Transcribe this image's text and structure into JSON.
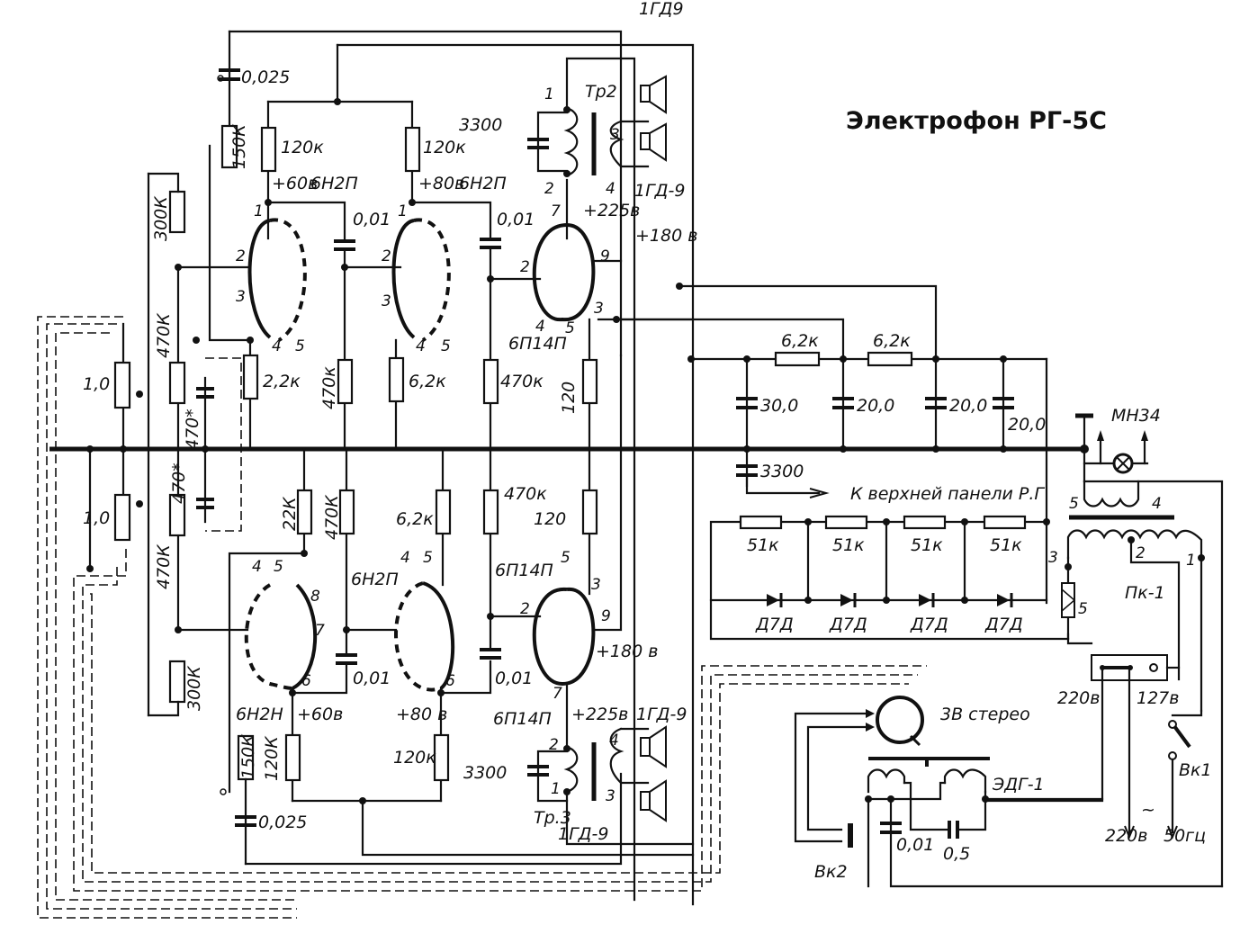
{
  "title": "Электрофон РГ-5С",
  "upper_channel": {
    "tube1": {
      "type": "6Н2П",
      "anode_voltage": "+60в",
      "anode_resistor": "120к",
      "cathode_resistor": "2,2к",
      "coupling_cap": "0,01",
      "grid_resistor": "470к",
      "pins": [
        "1",
        "2",
        "3",
        "4",
        "5"
      ]
    },
    "tube2": {
      "type": "6Н2П",
      "anode_voltage": "+80в",
      "anode_resistor": "120к",
      "cathode_resistor": "6,2к",
      "coupling_cap": "0,01",
      "grid_resistor": "470к",
      "pins": [
        "1",
        "2",
        "3",
        "4",
        "5"
      ]
    },
    "tube3": {
      "type": "6П14П",
      "anode_voltage": "+225в",
      "screen_voltage": "+180 в",
      "cathode_resistor": "120",
      "pins": [
        "7",
        "2",
        "9",
        "3",
        "4",
        "5"
      ]
    },
    "feedback_cap": "0,025",
    "feedback_pot": "150К",
    "grid_resistor_top": "300К",
    "transformer": {
      "name": "Тр2",
      "primary_pins": [
        "1",
        "2"
      ],
      "secondary_pins": [
        "3",
        "4"
      ],
      "cap": "3300"
    },
    "speakers": [
      "1ГД9",
      "1ГД-9"
    ]
  },
  "lower_channel": {
    "tube1": {
      "type": "6Н2Н",
      "anode_voltage": "+60в",
      "anode_resistor": "120К",
      "cathode_resistor": "22К",
      "coupling_cap": "0,01",
      "grid_resistor": "470К",
      "pins": [
        "4",
        "5",
        "8",
        "7",
        "6"
      ]
    },
    "tube2": {
      "type": "6Н2П",
      "anode_voltage": "+80 в",
      "anode_resistor": "120к",
      "cathode_resistor": "6,2к",
      "coupling_cap": "0,01",
      "grid_resistor": "470к",
      "pins": [
        "4",
        "5",
        "6"
      ]
    },
    "tube3": {
      "type": "6П14П",
      "anode_voltage": "+225в",
      "screen_voltage": "+180 в",
      "cathode_resistor": "120",
      "pins": [
        "5",
        "3",
        "2",
        "9",
        "7"
      ]
    },
    "feedback_cap": "0,025",
    "feedback_pot": "150К",
    "grid_resistor_bottom": "300К",
    "transformer": {
      "name": "Тр.3",
      "primary_pins": [
        "2",
        "1"
      ],
      "secondary_pins": [
        "4",
        "3"
      ],
      "cap": "3300"
    },
    "speakers": [
      "1ГД-9",
      "1ГД-9"
    ]
  },
  "input_section": {
    "volume_pots": [
      "1,0",
      "1,0"
    ],
    "tone_pots": [
      "470К",
      "470К"
    ],
    "tone_resistors": [
      "470*",
      "470*"
    ]
  },
  "power_supply": {
    "filter_resistors": [
      "6,2к",
      "6,2к"
    ],
    "filter_caps": [
      "30,0",
      "20,0",
      "20,0",
      "20,0"
    ],
    "output_cap": "3300",
    "output_note": "К верхней панели Р.Г",
    "lamp": "МН34",
    "lamp_winding_pins": [
      "5",
      "4"
    ],
    "rectifier_resistors": [
      "51к",
      "51к",
      "51к",
      "51к"
    ],
    "rectifier_diodes": [
      "Д7Д",
      "Д7Д",
      "Д7Д",
      "Д7Д"
    ],
    "transformer_pins": [
      "3",
      "2",
      "1"
    ],
    "fuse_label": "5",
    "voltage_selector": {
      "name": "Пк-1",
      "options": [
        "220в",
        "127в"
      ]
    },
    "mains": {
      "voltage": "220в",
      "symbol": "~",
      "frequency": "50гц"
    },
    "switch": "Вк1"
  },
  "pickup_section": {
    "pickup": "3В стерео",
    "motor": "ЭДГ-1",
    "motor_caps": [
      "0,01",
      "0,5"
    ],
    "switch": "Вк2"
  }
}
